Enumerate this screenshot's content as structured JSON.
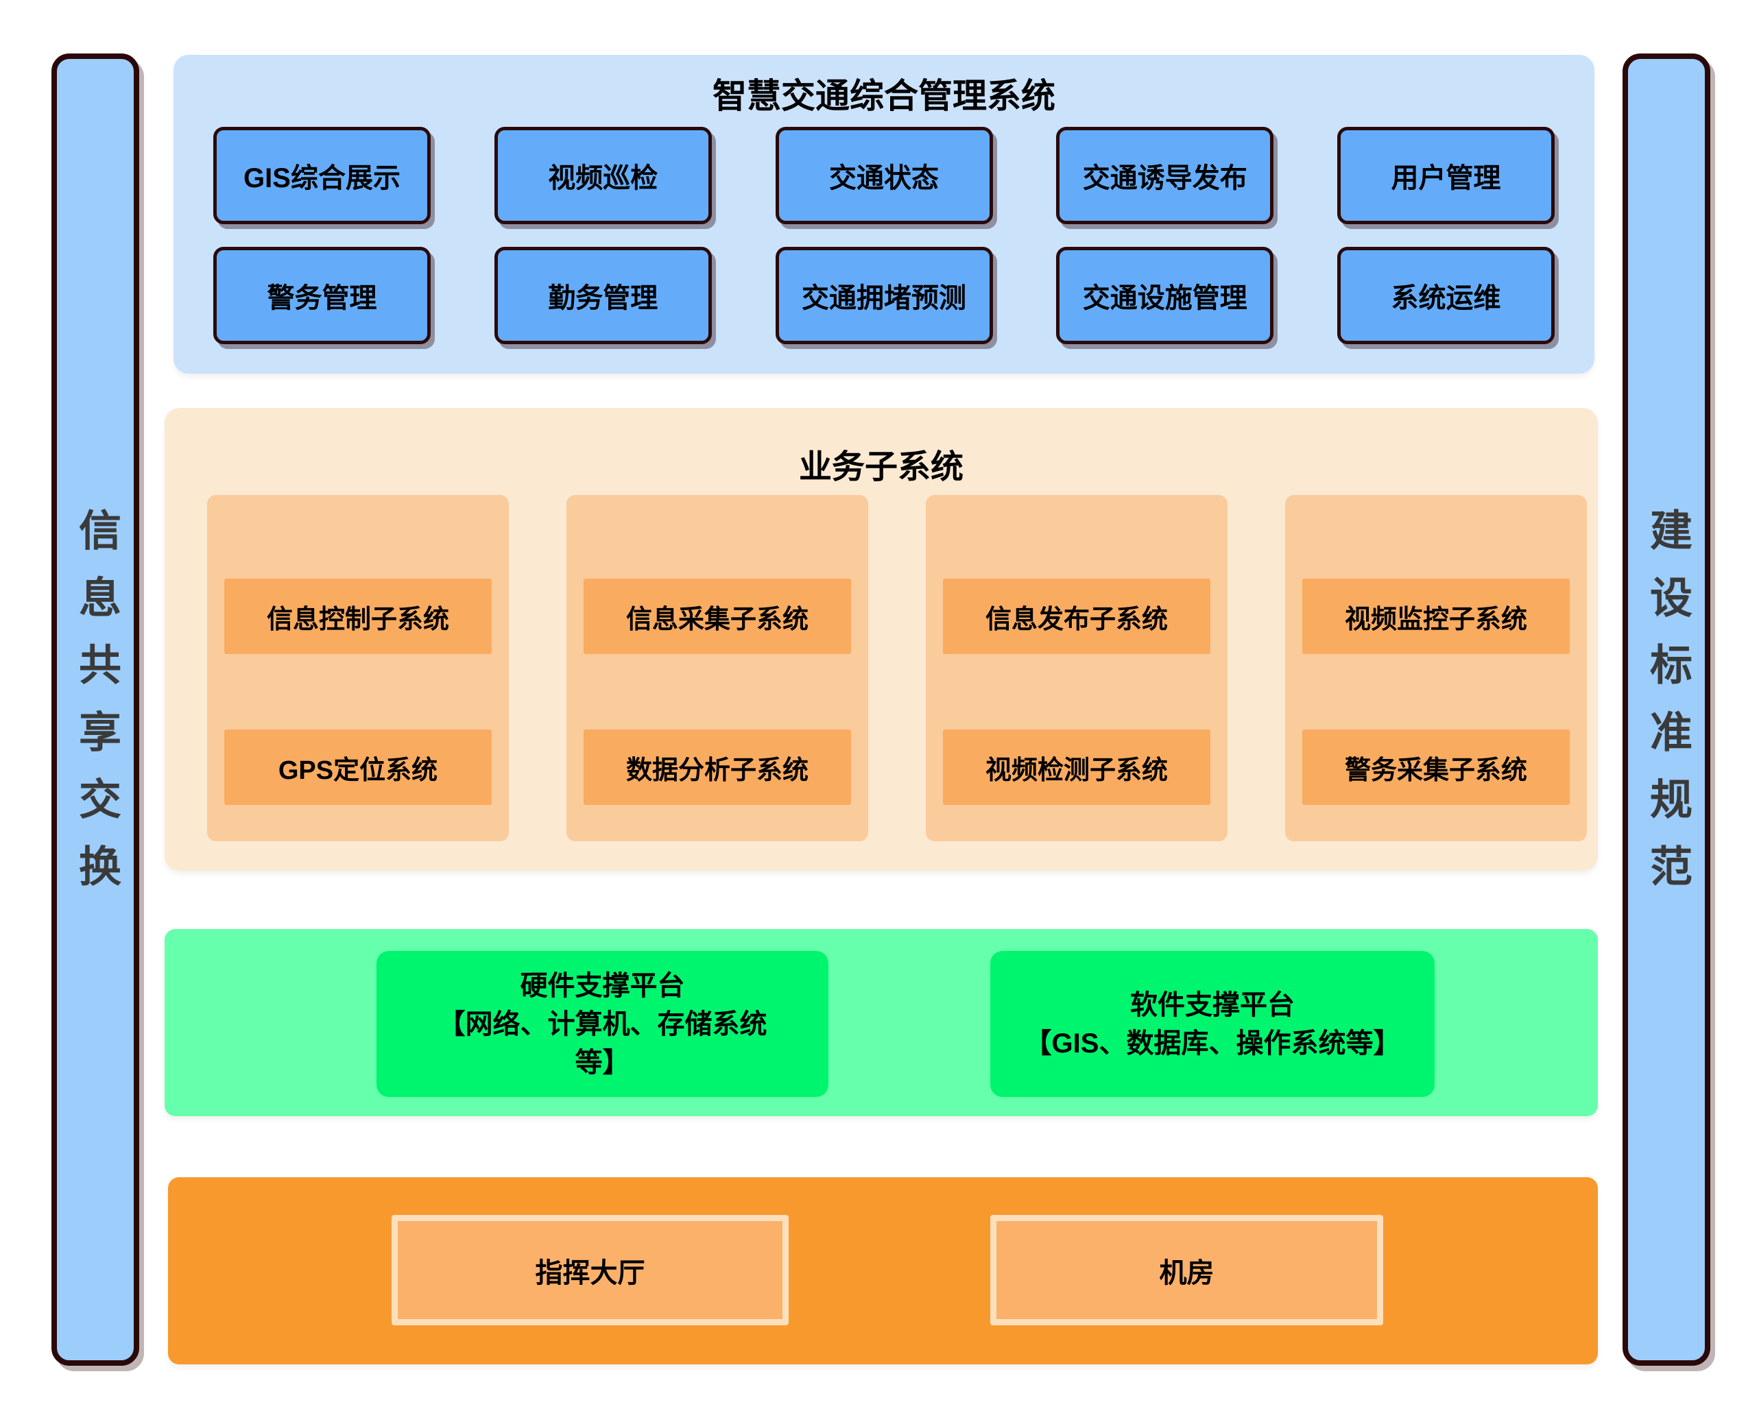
{
  "diagram": {
    "left_bar": "信息共享交换",
    "right_bar": "建设标准规范",
    "top": {
      "title": "智慧交通综合管理系统",
      "row1": [
        "GIS综合展示",
        "视频巡检",
        "交通状态",
        "交通诱导发布",
        "用户管理"
      ],
      "row2": [
        "警务管理",
        "勤务管理",
        "交通拥堵预测",
        "交通设施管理",
        "系统运维"
      ]
    },
    "business": {
      "title": "业务子系统",
      "groups": [
        [
          "信息控制子系统",
          "GPS定位系统"
        ],
        [
          "信息采集子系统",
          "数据分析子系统"
        ],
        [
          "信息发布子系统",
          "视频检测子系统"
        ],
        [
          "视频监控子系统",
          "警务采集子系统"
        ]
      ]
    },
    "platforms": {
      "hardware_lines": [
        "硬件支撑平台",
        "【网络、计算机、存储系统",
        "等】"
      ],
      "software_lines": [
        "软件支撑平台",
        "【GIS、数据库、操作系统等】"
      ]
    },
    "facilities": [
      "指挥大厅",
      "机房"
    ]
  },
  "colors": {
    "side_bar_fill": "#9CCDFB",
    "dark_border": "#2B0909",
    "top_section_bg": "#CBE2FB",
    "app_box_fill": "#64ACF9",
    "business_bg": "#FCE9D2",
    "group_bg": "#FACB9B",
    "business_item_fill": "#F9AB60",
    "platform_bg": "#66FFAC",
    "platform_box_fill": "#00F56E",
    "facility_bg": "#F8992E",
    "facility_box_fill": "#FBB16A",
    "facility_box_border": "#FCE0BE"
  }
}
